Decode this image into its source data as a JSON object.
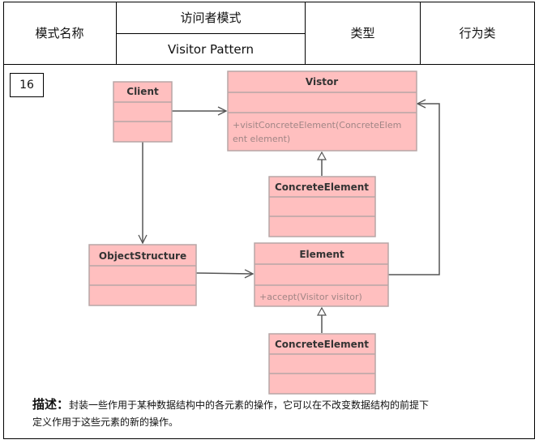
{
  "header": {
    "name_label": "模式名称",
    "pattern_cn": "访问者模式",
    "pattern_en": "Visitor Pattern",
    "type_label": "类型",
    "type_value": "行为类"
  },
  "diagram": {
    "number": "16",
    "classes": {
      "client": {
        "name": "Client"
      },
      "visitor": {
        "name": "Vistor",
        "method_1": "+visitConcreteElement(ConcreteElem",
        "method_2": "ent element)"
      },
      "concrete_element_top": {
        "name": "ConcreteElement"
      },
      "object_structure": {
        "name": "ObjectStructure"
      },
      "element": {
        "name": "Element",
        "method_1": "+accept(Visitor visitor)"
      },
      "concrete_element_bottom": {
        "name": "ConcreteElement"
      }
    }
  },
  "description": {
    "label": "描述：",
    "text_1": "封装一些作用于某种数据结构中的各元素的操作，它可以在不改变数据结构的前提下",
    "text_2": "定义作用于这些元素的新的操作。"
  },
  "colors": {
    "class_fill": "#ffbfbf",
    "class_border": "#b7a6a6",
    "arrow": "#555555",
    "method_text": "#a08585"
  }
}
